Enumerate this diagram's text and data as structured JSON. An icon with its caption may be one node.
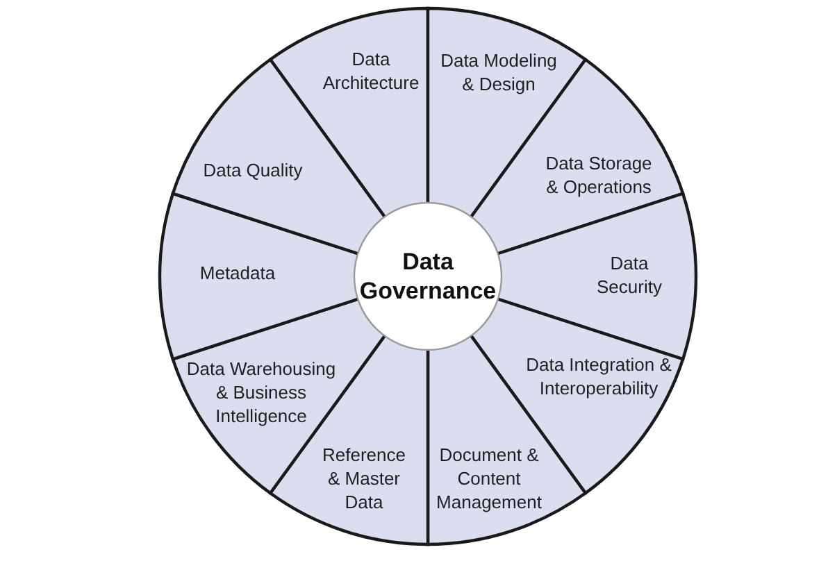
{
  "diagram": {
    "nodes": [
      {
        "text": [
          "Data Governance"
        ]
      },
      {
        "text": [
          "Data Architecture"
        ]
      },
      {
        "text": [
          "Data Modeling & Design"
        ]
      },
      {
        "text": [
          "Data Storage & Operations"
        ]
      },
      {
        "text": [
          "Data Security"
        ]
      },
      {
        "text": [
          "Data Integration & Interoperability"
        ]
      },
      {
        "text": [
          "Document & Content Management"
        ]
      },
      {
        "text": [
          "Reference & Master Data"
        ]
      },
      {
        "text": [
          "Data Warehousing & Business Intelligence"
        ]
      },
      {
        "text": [
          "Metadata"
        ]
      },
      {
        "text": [
          "Data Quality"
        ]
      }
    ]
  }
}
